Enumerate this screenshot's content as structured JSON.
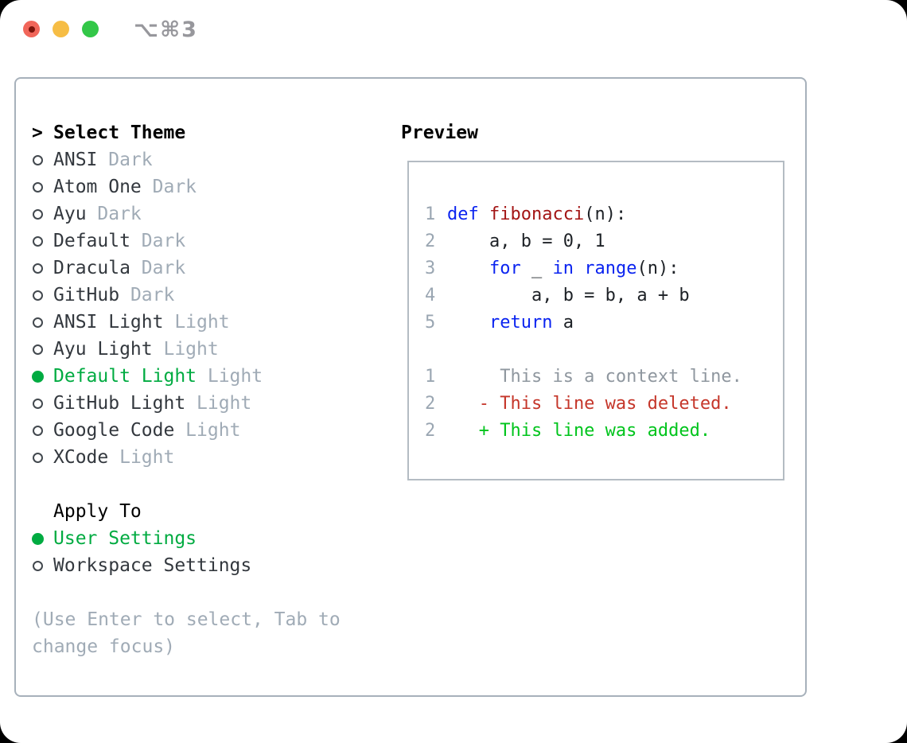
{
  "window": {
    "shortcut_title": "⌥⌘3",
    "traffic_lights": [
      "close-unsaved",
      "minimize",
      "zoom"
    ]
  },
  "theme_selector": {
    "cursor": ">",
    "title": "Select Theme",
    "items": [
      {
        "label": "ANSI",
        "tag": "Dark",
        "selected": false
      },
      {
        "label": "Atom One",
        "tag": "Dark",
        "selected": false
      },
      {
        "label": "Ayu",
        "tag": "Dark",
        "selected": false
      },
      {
        "label": "Default",
        "tag": "Dark",
        "selected": false
      },
      {
        "label": "Dracula",
        "tag": "Dark",
        "selected": false
      },
      {
        "label": "GitHub",
        "tag": "Dark",
        "selected": false
      },
      {
        "label": "ANSI Light",
        "tag": "Light",
        "selected": false
      },
      {
        "label": "Ayu Light",
        "tag": "Light",
        "selected": false
      },
      {
        "label": "Default Light",
        "tag": "Light",
        "selected": true
      },
      {
        "label": "GitHub Light",
        "tag": "Light",
        "selected": false
      },
      {
        "label": "Google Code",
        "tag": "Light",
        "selected": false
      },
      {
        "label": "XCode",
        "tag": "Light",
        "selected": false
      }
    ]
  },
  "apply_to": {
    "title": "Apply To",
    "options": [
      {
        "label": "User Settings",
        "selected": true
      },
      {
        "label": "Workspace Settings",
        "selected": false
      }
    ]
  },
  "help_text": [
    "(Use Enter to select, Tab to",
    "change focus)"
  ],
  "preview": {
    "title": "Preview",
    "code_lines": [
      {
        "num": "1",
        "segments": [
          {
            "text": "def",
            "color": "keyword"
          },
          {
            "text": " ",
            "color": "plain"
          },
          {
            "text": "fibonacci",
            "color": "function"
          },
          {
            "text": "(n):",
            "color": "plain"
          }
        ]
      },
      {
        "num": "2",
        "segments": [
          {
            "text": "    a, b = 0, 1",
            "color": "plain"
          }
        ]
      },
      {
        "num": "3",
        "segments": [
          {
            "text": "    ",
            "color": "plain"
          },
          {
            "text": "for",
            "color": "keyword"
          },
          {
            "text": " _ ",
            "color": "plain"
          },
          {
            "text": "in",
            "color": "keyword"
          },
          {
            "text": " ",
            "color": "plain"
          },
          {
            "text": "range",
            "color": "keyword"
          },
          {
            "text": "(n):",
            "color": "plain"
          }
        ]
      },
      {
        "num": "4",
        "segments": [
          {
            "text": "        a, b = b, a + b",
            "color": "plain"
          }
        ]
      },
      {
        "num": "5",
        "segments": [
          {
            "text": "    ",
            "color": "plain"
          },
          {
            "text": "return",
            "color": "keyword"
          },
          {
            "text": " a",
            "color": "plain"
          }
        ]
      }
    ],
    "diff_lines": [
      {
        "num": "1",
        "marker": " ",
        "text": "This is a context line.",
        "type": "context"
      },
      {
        "num": "2",
        "marker": "-",
        "text": "This line was deleted.",
        "type": "deleted"
      },
      {
        "num": "2",
        "marker": "+",
        "text": "This line was added.",
        "type": "added"
      }
    ]
  },
  "colors": {
    "keyword": "#0b24f0",
    "function": "#a31515",
    "code": "#1d2126",
    "linenum": "#9aa6b2",
    "context": "#8f979f",
    "deleted": "#c5362a",
    "added": "#00c41c",
    "accent": "#00ab41",
    "muted": "#a0abb6",
    "text": "#33383e",
    "border": "#a7b1bb",
    "border-light": "#b4bcc3"
  }
}
